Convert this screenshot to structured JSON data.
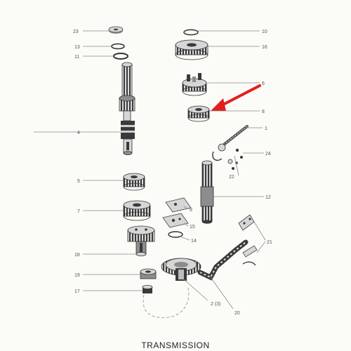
{
  "caption": "TRANSMISSION",
  "colors": {
    "arrow": "#e0201b",
    "ink": "#3a3a3a",
    "paper": "#fbfbf8"
  },
  "part_labels": [
    {
      "key": "p23",
      "text": "23"
    },
    {
      "key": "p13",
      "text": "13"
    },
    {
      "key": "p11",
      "text": "11"
    },
    {
      "key": "p4",
      "text": "4"
    },
    {
      "key": "p5",
      "text": "5"
    },
    {
      "key": "p7",
      "text": "7"
    },
    {
      "key": "p18",
      "text": "18"
    },
    {
      "key": "p19",
      "text": "19"
    },
    {
      "key": "p17",
      "text": "17"
    },
    {
      "key": "p10",
      "text": "10"
    },
    {
      "key": "p16",
      "text": "16"
    },
    {
      "key": "p6",
      "text": "6"
    },
    {
      "key": "p8",
      "text": "8"
    },
    {
      "key": "p1",
      "text": "1"
    },
    {
      "key": "p24",
      "text": "24"
    },
    {
      "key": "p22",
      "text": "22"
    },
    {
      "key": "p12",
      "text": "12"
    },
    {
      "key": "p9",
      "text": "9"
    },
    {
      "key": "p15",
      "text": "15"
    },
    {
      "key": "p14",
      "text": "14"
    },
    {
      "key": "p21",
      "text": "21"
    },
    {
      "key": "p2",
      "text": "2 (3)"
    },
    {
      "key": "p20",
      "text": "20"
    }
  ]
}
